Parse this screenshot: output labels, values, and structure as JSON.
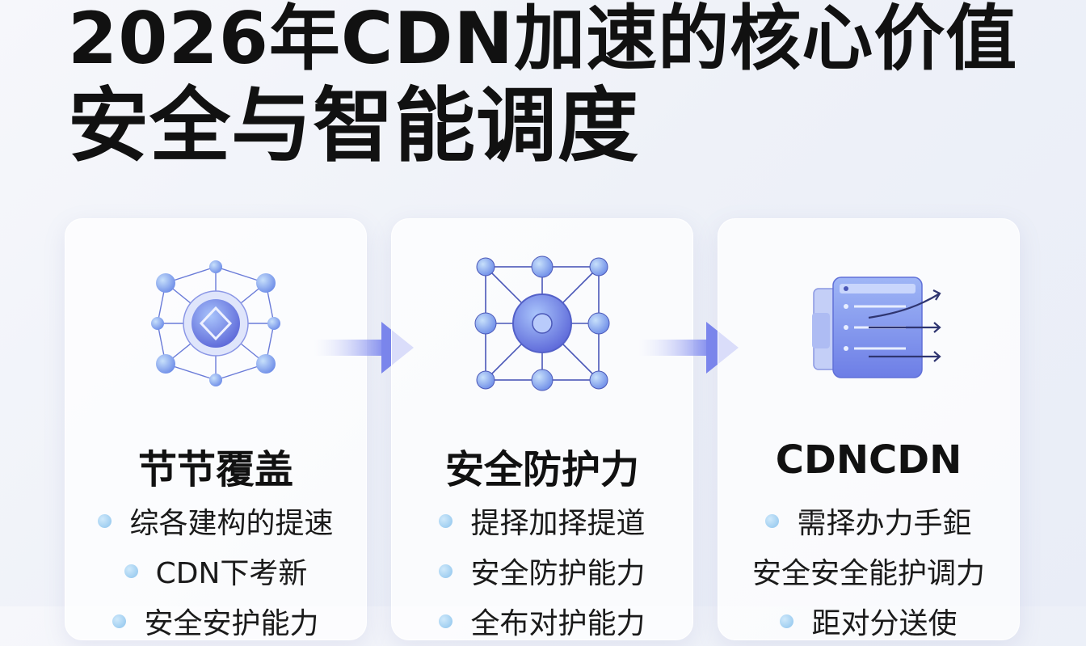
{
  "title": {
    "line1": "2026年CDN加速的核心价值",
    "line2": "安全与智能调度"
  },
  "cards": [
    {
      "title": "节节覆盖",
      "icon": "network-diamond-icon",
      "bullets": [
        "综各建构的提速",
        "CDN下考新",
        "安全安护能力"
      ]
    },
    {
      "title": "安全防护力",
      "icon": "shield-grid-icon",
      "bullets": [
        "提择加择提道",
        "安全防护能力",
        "全布对护能力"
      ]
    },
    {
      "title": "CDNCDN",
      "icon": "server-routing-icon",
      "bullets": [
        "需择办力手鉅",
        "安全安全能护调力",
        "距对分送使"
      ]
    }
  ],
  "arrows": [
    "flow-arrow-icon",
    "flow-arrow-icon"
  ],
  "colors": {
    "accent": "#6c7cf0",
    "node": "#8aa2f2",
    "bullet": "#9fd0f2"
  }
}
